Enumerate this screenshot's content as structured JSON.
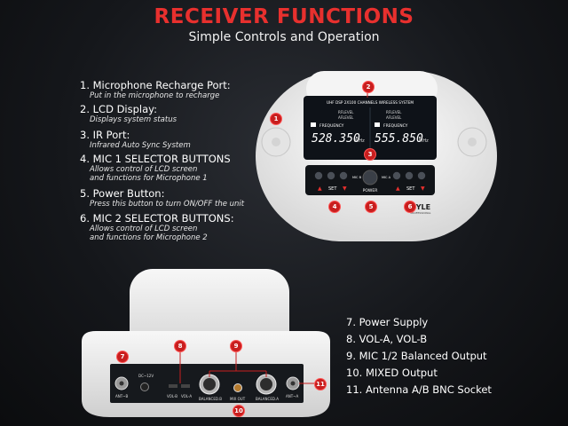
{
  "header": {
    "title": "RECEIVER FUNCTIONS",
    "subtitle": "Simple Controls and  Operation"
  },
  "features": [
    {
      "heading": "1. Microphone Recharge Port:",
      "desc": "Put in the microphone to recharge"
    },
    {
      "heading": "2. LCD Display:",
      "desc": "Displays system status"
    },
    {
      "heading": "3. IR Port:",
      "desc": "Infrared Auto Sync System"
    },
    {
      "heading": "4. MIC 1 SELECTOR BUTTONS",
      "desc": "Allows control of LCD screen\nand functions for Microphone 1"
    },
    {
      "heading": "5. Power Button:",
      "desc": "Press this button to turn ON/OFF the unit"
    },
    {
      "heading": "6. MIC 2 SELECTOR BUTTONS:",
      "desc": "Allows control of LCD screen\nand functions for Microphone 2"
    }
  ],
  "rear_legend": [
    "7. Power Supply",
    "8. VOL-A, VOL-B",
    "9. MIC 1/2 Balanced Output",
    "10. MIXED Output",
    "11. Antenna A/B BNC Socket"
  ],
  "device_front": {
    "lcd_header": "UHF DSP 2X100 CHANNELS WIRELESS SYSTEM",
    "rf_level": "RFLEVEL",
    "af_level": "AFLEVEL",
    "frequency_label": "FREQUENCY",
    "freq_a": "528.350",
    "freq_b": "555.850",
    "mhz": "MHz",
    "mic_b_label": "MIC B",
    "mic_a_label": "MIC A",
    "set_label": "SET",
    "power_label": "POWER",
    "brand": "PYLE",
    "brand_sub": "PROFESSIONAL"
  },
  "device_rear": {
    "dc_label": "DC~12V",
    "ant_b": "ANT~B",
    "ant_a": "ANT~A",
    "vol_b": "VOL-B",
    "vol_a": "VOL-A",
    "balanced_b": "BALANCED.B",
    "mix_out": "MIX OUT",
    "balanced_a": "BALANCED.A"
  },
  "markers": [
    "1",
    "2",
    "3",
    "4",
    "5",
    "6",
    "7",
    "8",
    "9",
    "10",
    "11"
  ],
  "colors": {
    "accent": "#e8302e",
    "marker": "#c81e1e",
    "lcd": "#0e1218",
    "device": "#efefef"
  }
}
